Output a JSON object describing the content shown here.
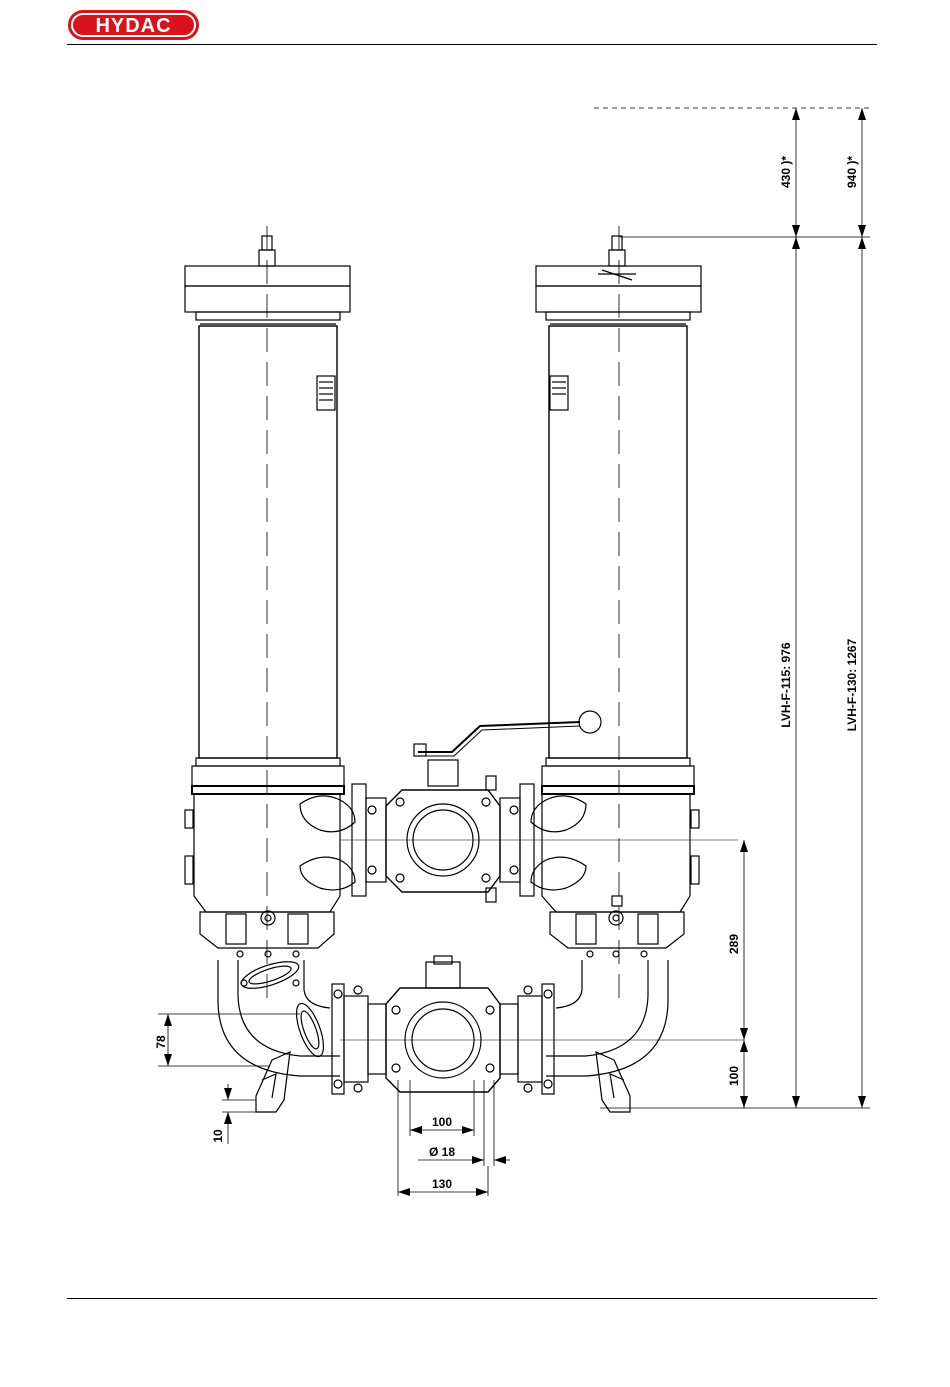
{
  "header": {
    "logo_text": "HYDAC",
    "brand_color": "#d9121b"
  },
  "drawing": {
    "dimensions": {
      "top_left": "430 )*",
      "top_right": "940 )*",
      "height_115": "LVH-F-115: 976",
      "height_130": "LVH-F-130: 1267",
      "d289": "289",
      "d100_right": "100",
      "d78": "78",
      "d10": "10",
      "d100_bottom": "100",
      "d18": "Ø 18",
      "d130": "130"
    }
  }
}
